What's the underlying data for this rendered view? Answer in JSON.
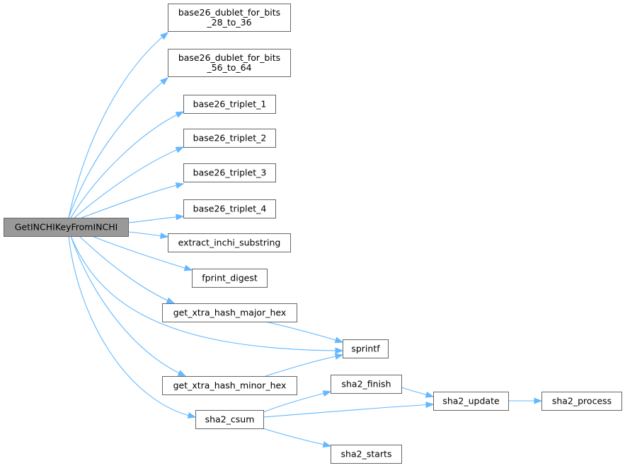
{
  "graph": {
    "root": "GetINCHIKeyFromINCHI",
    "nodes": [
      {
        "id": "root",
        "lines": [
          "GetINCHIKeyFromINCHI"
        ]
      },
      {
        "id": "d28",
        "lines": [
          "base26_dublet_for_bits",
          "_28_to_36"
        ]
      },
      {
        "id": "d56",
        "lines": [
          "base26_dublet_for_bits",
          "_56_to_64"
        ]
      },
      {
        "id": "t1",
        "lines": [
          "base26_triplet_1"
        ]
      },
      {
        "id": "t2",
        "lines": [
          "base26_triplet_2"
        ]
      },
      {
        "id": "t3",
        "lines": [
          "base26_triplet_3"
        ]
      },
      {
        "id": "t4",
        "lines": [
          "base26_triplet_4"
        ]
      },
      {
        "id": "ext",
        "lines": [
          "extract_inchi_substring"
        ]
      },
      {
        "id": "fpd",
        "lines": [
          "fprint_digest"
        ]
      },
      {
        "id": "xmaj",
        "lines": [
          "get_xtra_hash_major_hex"
        ]
      },
      {
        "id": "spr",
        "lines": [
          "sprintf"
        ]
      },
      {
        "id": "xmin",
        "lines": [
          "get_xtra_hash_minor_hex"
        ]
      },
      {
        "id": "csum",
        "lines": [
          "sha2_csum"
        ]
      },
      {
        "id": "fin",
        "lines": [
          "sha2_finish"
        ]
      },
      {
        "id": "upd",
        "lines": [
          "sha2_update"
        ]
      },
      {
        "id": "proc",
        "lines": [
          "sha2_process"
        ]
      },
      {
        "id": "sta",
        "lines": [
          "sha2_starts"
        ]
      }
    ],
    "edges": [
      {
        "from": "root",
        "to": "d28"
      },
      {
        "from": "root",
        "to": "d56"
      },
      {
        "from": "root",
        "to": "t1"
      },
      {
        "from": "root",
        "to": "t2"
      },
      {
        "from": "root",
        "to": "t3"
      },
      {
        "from": "root",
        "to": "t4"
      },
      {
        "from": "root",
        "to": "ext"
      },
      {
        "from": "root",
        "to": "fpd"
      },
      {
        "from": "root",
        "to": "xmaj"
      },
      {
        "from": "root",
        "to": "spr"
      },
      {
        "from": "root",
        "to": "xmin"
      },
      {
        "from": "root",
        "to": "csum"
      },
      {
        "from": "xmaj",
        "to": "spr"
      },
      {
        "from": "xmin",
        "to": "spr"
      },
      {
        "from": "csum",
        "to": "fin"
      },
      {
        "from": "csum",
        "to": "upd"
      },
      {
        "from": "csum",
        "to": "sta"
      },
      {
        "from": "fin",
        "to": "upd"
      },
      {
        "from": "upd",
        "to": "proc"
      }
    ]
  }
}
